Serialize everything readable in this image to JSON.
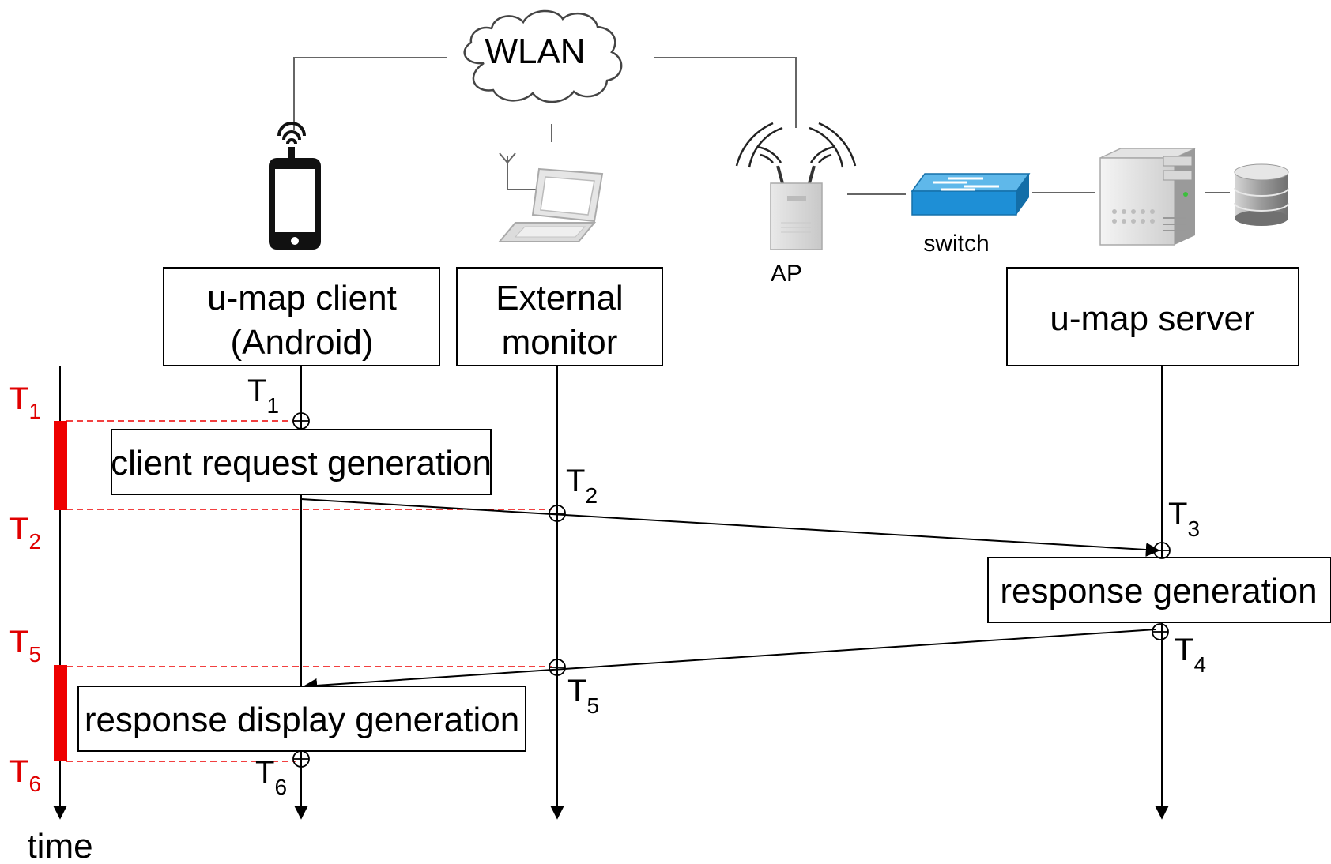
{
  "network": {
    "cloud_label": "WLAN",
    "ap_label": "AP",
    "switch_label": "switch"
  },
  "participants": {
    "client_line1": "u-map client",
    "client_line2": "(Android)",
    "monitor_line1": "External",
    "monitor_line2": "monitor",
    "server": "u-map server"
  },
  "activities": {
    "client_request": "client request generation",
    "response_generation": "response generation",
    "response_display": "response display generation"
  },
  "timestamps": {
    "t1": {
      "main": "T",
      "sub": "1"
    },
    "t2": {
      "main": "T",
      "sub": "2"
    },
    "t3": {
      "main": "T",
      "sub": "3"
    },
    "t4": {
      "main": "T",
      "sub": "4"
    },
    "t5": {
      "main": "T",
      "sub": "5"
    },
    "t6": {
      "main": "T",
      "sub": "6"
    }
  },
  "time_axis": {
    "label": "time",
    "marks": [
      {
        "main": "T",
        "sub": "1"
      },
      {
        "main": "T",
        "sub": "2"
      },
      {
        "main": "T",
        "sub": "5"
      },
      {
        "main": "T",
        "sub": "6"
      }
    ]
  },
  "colors": {
    "highlight": "#ee0000",
    "line": "#000000",
    "network_line": "#666666",
    "switch": "#1e8fd6"
  }
}
